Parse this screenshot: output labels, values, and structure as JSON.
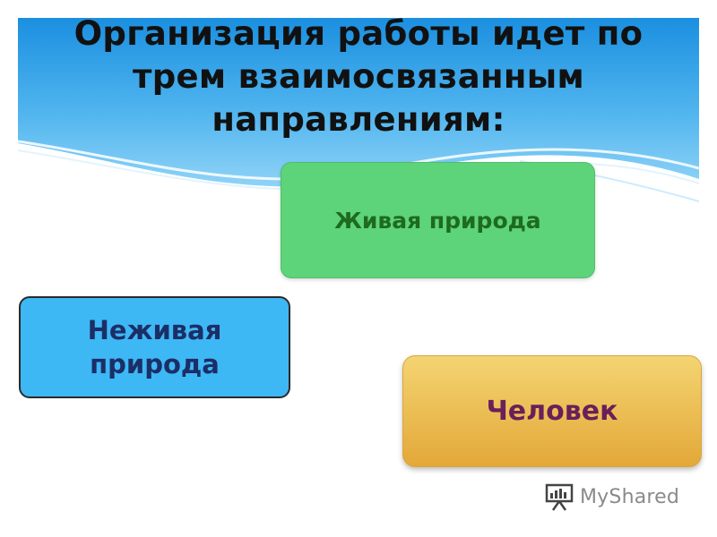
{
  "slide": {
    "title": "Организация работы идет по трем взаимосвязанным направлениям:",
    "cards": {
      "living": "Живая природа",
      "nonliving": "Неживая природа",
      "human": "Человек"
    }
  },
  "watermark": {
    "text": "MyShared",
    "icon": "presentation-board-icon"
  },
  "colors": {
    "banner_top": "#1b8fe0",
    "banner_bottom": "#8fd3f7",
    "living_card": "#5dd37a",
    "nonliving_card": "#3eb7f5",
    "human_card_top": "#f4d472",
    "human_card_bottom": "#e3a838"
  }
}
